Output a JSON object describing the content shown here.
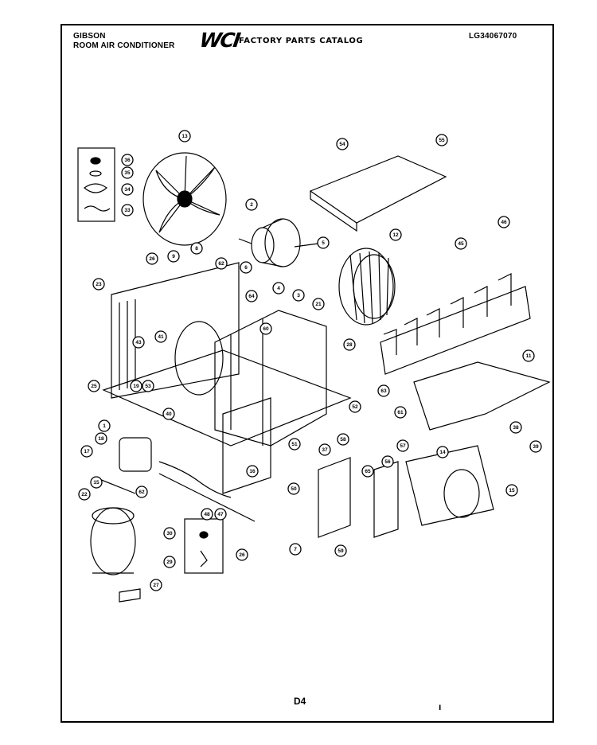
{
  "header": {
    "brand": "GIBSON",
    "product": "ROOM AIR CONDITIONER",
    "logo": "WCI",
    "catalog_title": "FACTORY PARTS CATALOG",
    "model_number": "LG34067070"
  },
  "footer": {
    "page_code": "D4",
    "mark": "ı"
  },
  "callouts": [
    "36",
    "35",
    "34",
    "33",
    "13",
    "2",
    "5",
    "54",
    "55",
    "12",
    "8",
    "9",
    "62",
    "6",
    "4",
    "3",
    "21",
    "23",
    "26",
    "64",
    "45",
    "46",
    "60",
    "41",
    "43",
    "19",
    "25",
    "40",
    "53",
    "1",
    "18",
    "51",
    "17",
    "50",
    "16",
    "15",
    "62",
    "58",
    "37",
    "56",
    "57",
    "14",
    "65",
    "47",
    "48",
    "30",
    "29",
    "59",
    "7",
    "63",
    "15",
    "11",
    "28",
    "52",
    "61",
    "38",
    "39",
    "22",
    "26",
    "27"
  ],
  "diagram_labels": {
    "fan_blade": "13",
    "motor": "2",
    "blower_wheel": "12",
    "grille_panel": "54",
    "compressor": "22",
    "scroll": "14"
  }
}
